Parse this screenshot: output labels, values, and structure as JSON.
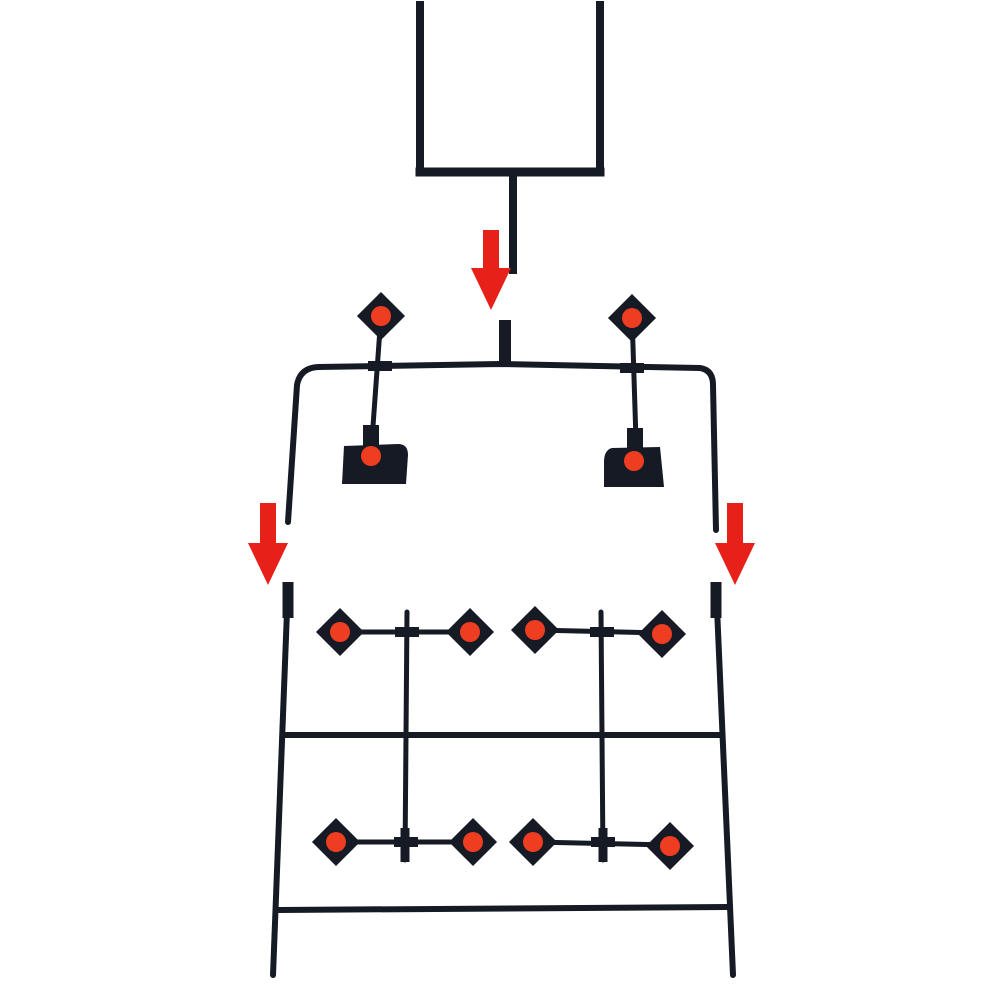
{
  "figure": {
    "parts": [
      "top-stake-frame",
      "middle-frame-with-reset-targets",
      "bottom-frame-with-spinner-targets"
    ],
    "arrows": {
      "count": 3,
      "direction": "down",
      "color": "#e8201a"
    }
  },
  "colors": {
    "background": "#ffffff",
    "steel": "#151a24",
    "target_dot": "#ef3d22",
    "arrow": "#e8201a"
  }
}
